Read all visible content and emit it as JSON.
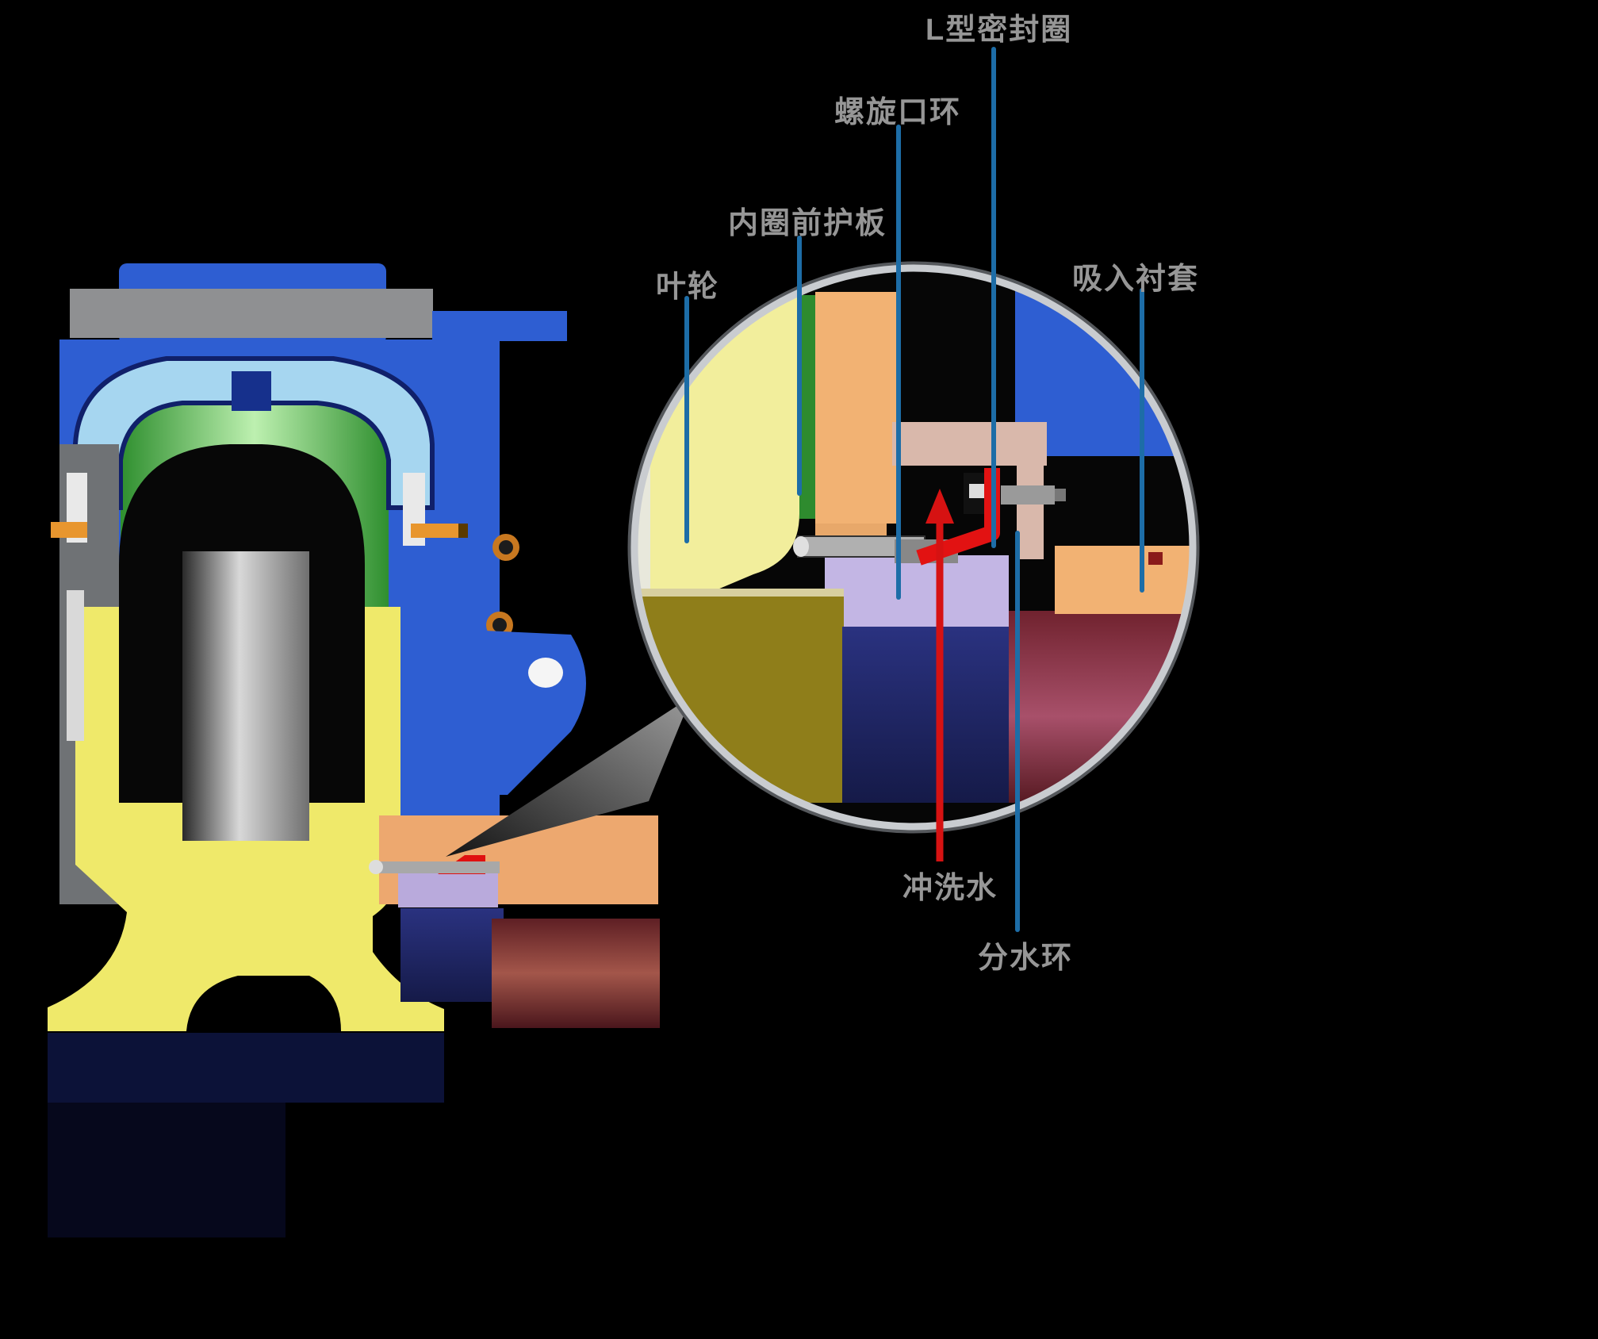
{
  "diagram": {
    "type": "pump-mechanical-seal-cutaway",
    "background": "#000000",
    "labels": {
      "l_seal_ring": "L型密封圈",
      "spiral_wear_ring": "螺旋口环",
      "inner_front_guard": "内圈前护板",
      "impeller": "叶轮",
      "suction_liner": "吸入衬套",
      "flush_water": "冲洗水",
      "water_splitting_ring": "分水环"
    },
    "colors": {
      "callout_line": "#1d6da7",
      "flush_arrow": "#d61212",
      "label_text": "#969696",
      "casing_blue": "#2e5ed2",
      "impeller_yellow": "#efe96a",
      "seal_red": "#e21212",
      "guard_green": "#2e8b2e",
      "liner_orange": "#f2b273",
      "spiral_ring_lavender": "#c3b6e4",
      "shaft_maroon": "#70222e"
    }
  }
}
